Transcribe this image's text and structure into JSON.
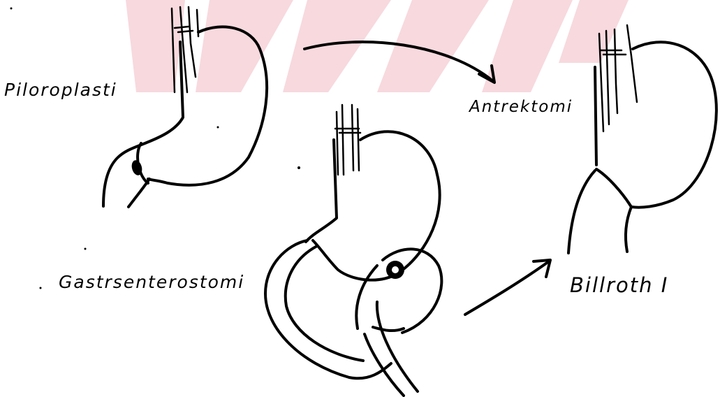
{
  "labels": {
    "piloroplasti": "Piloroplasti",
    "antrektomi": "Antrektomi",
    "gastroenterostomi": "Gastrsenterostomi",
    "billroth": "Billroth I"
  },
  "colors": {
    "ink": "#000000",
    "watermark": "#f7d9de",
    "background": "#ffffff"
  }
}
